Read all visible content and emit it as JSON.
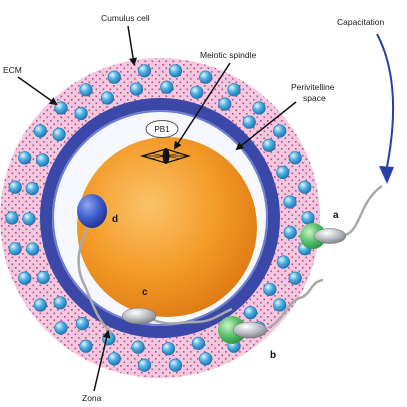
{
  "labels": {
    "cumulus_cell": "Cumulus cell",
    "meiotic_spindle": "Meiotic spindle",
    "capacitation": "Capacitation",
    "ecm": "ECM",
    "perivitelline_line1": "Perivitelline",
    "perivitelline_line2": "space",
    "pb1": "PB1",
    "zona": "Zona",
    "a": "a",
    "b": "b",
    "c": "c",
    "d": "d"
  },
  "colors": {
    "ecm_fill": "#f3c9df",
    "ecm_pattern": "#c04a8a",
    "zona_outer": "#3b48a8",
    "zona_inner": "#6d7fd2",
    "oocyte_light": "#fbc36a",
    "oocyte_mid": "#f39a27",
    "oocyte_dark": "#db7712",
    "cumulus_light": "#e6f6ff",
    "cumulus_mid": "#4cb1e5",
    "cumulus_dark": "#1d6fa8",
    "sperm_head_green": "#56c26a",
    "sperm_head_gray": "#b9bcc2",
    "sperm_tail": "#a9a9a9",
    "capacitation_arrow": "#2740a8"
  },
  "icons": {
    "cumulus": "cumulus-cell-icon",
    "spindle": "meiotic-spindle-icon",
    "sperm": "sperm-icon",
    "oocyte": "oocyte-icon"
  }
}
